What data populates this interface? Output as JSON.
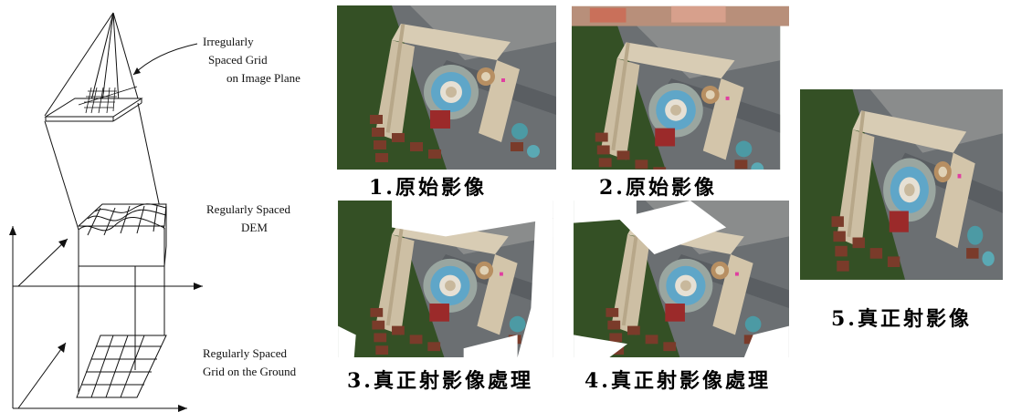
{
  "diagram": {
    "labels": {
      "image_plane": [
        "Irregularly",
        "Spaced Grid",
        "on Image Plane"
      ],
      "dem": [
        "Regularly Spaced",
        "DEM"
      ],
      "ground": [
        "Regularly Spaced",
        "Grid on the Ground"
      ]
    }
  },
  "photos": [
    {
      "caption": "1.原始影像"
    },
    {
      "caption": "2.原始影像"
    },
    {
      "caption": "3.真正射影像處理"
    },
    {
      "caption": "4.真正射影像處理"
    },
    {
      "caption": "5.真正射影像"
    }
  ],
  "colors": {
    "vegetation": "#2f4a22",
    "road": "#7a7f86",
    "building_roof": "#c9b9a0",
    "pool": "#5fa6c8",
    "red_roof": "#9b2a2a",
    "villa_roof": "#7a3b2a"
  }
}
